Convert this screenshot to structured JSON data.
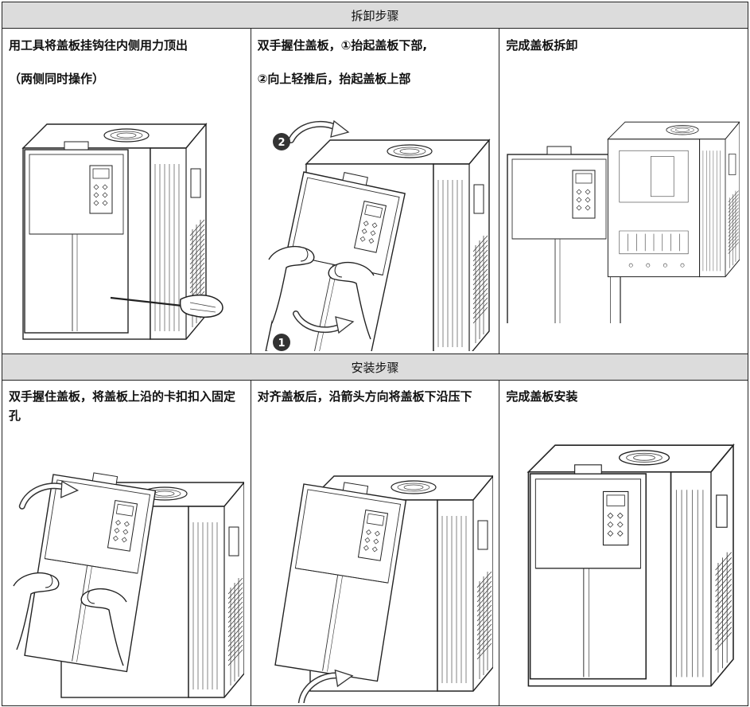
{
  "sections": [
    {
      "header": "拆卸步骤",
      "steps": [
        {
          "line1": "用工具将盖板挂钩往内侧用力顶出",
          "line2": "（两侧同时操作）",
          "illustration": "screwdriver-prying-cover"
        },
        {
          "line1": "双手握住盖板，①抬起盖板下部,",
          "line2": "②向上轻推后，抬起盖板上部",
          "illustration": "hands-lifting-cover",
          "badges": [
            "1",
            "2"
          ]
        },
        {
          "line1": "完成盖板拆卸",
          "line2": "",
          "illustration": "cover-removed"
        }
      ]
    },
    {
      "header": "安装步骤",
      "steps": [
        {
          "line1": "双手握住盖板，将盖板上沿的卡扣扣入固定孔",
          "illustration": "hands-hooking-cover"
        },
        {
          "line1": "对齐盖板后，沿箭头方向将盖板下沿压下",
          "illustration": "pressing-cover-down"
        },
        {
          "line1": "完成盖板安装",
          "illustration": "cover-installed"
        }
      ]
    }
  ]
}
